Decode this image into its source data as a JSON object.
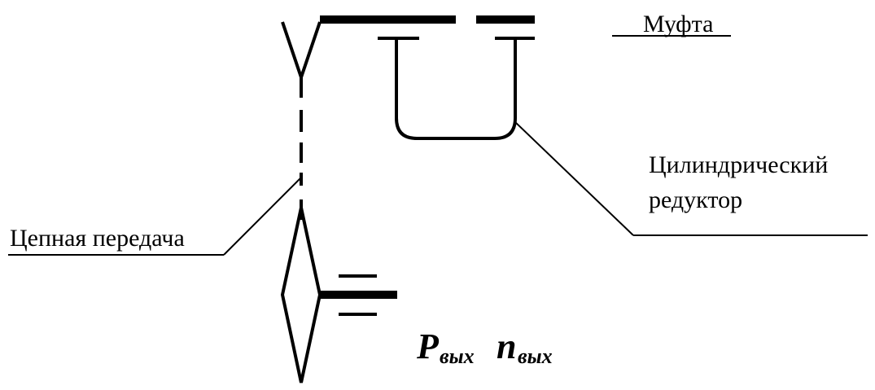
{
  "labels": {
    "coupling": "Муфта",
    "gearbox_line1": "Цилиндрический",
    "gearbox_line2": "редуктор",
    "chain_drive": "Цепная передача"
  },
  "output": {
    "power_symbol": "P",
    "power_subscript": "вых",
    "speed_symbol": "n",
    "speed_subscript": "вых"
  }
}
